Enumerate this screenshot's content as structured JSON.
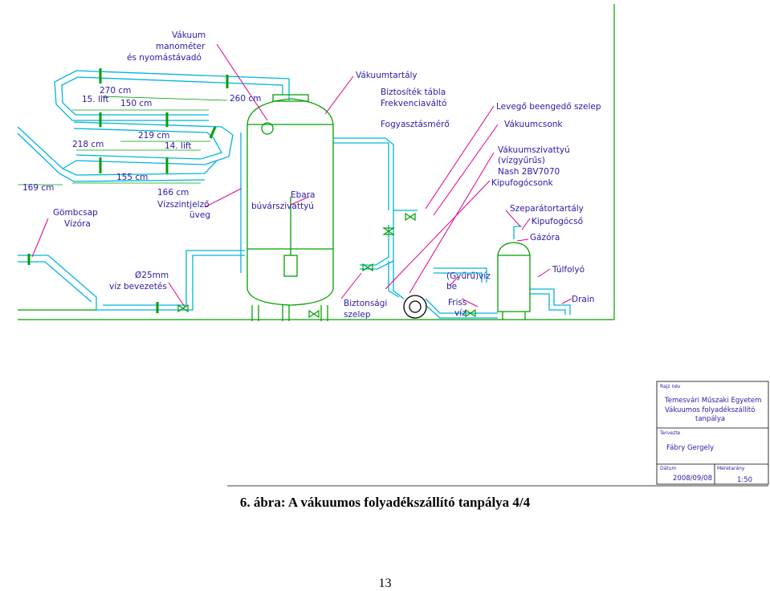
{
  "labels": {
    "vakuum_manometer": [
      "Vákuum",
      "manométer",
      "és nyomástávadó"
    ],
    "vakuumtartaly": "Vákuumtartály",
    "biztositek": [
      "Biztosíték tábla",
      "Frekvenciaváltó"
    ],
    "fogyasztasmero": "Fogyasztásmérő",
    "levego_szelep": "Levegő beengedő szelep",
    "vakuumcsonk": "Vákuumcsonk",
    "vakuumszivattyu": [
      "Vákuumszivattyú",
      "(vízgyűrűs)",
      "Nash 2BV7070"
    ],
    "kipufogocsonk": "Kipufogócsonk",
    "szeparatortartaly": "Szeparátortartály",
    "kipufogocso": "Kipufogócső",
    "gazora": "Gázóra",
    "tulfolyo": "Túlfolyó",
    "drain": "Drain",
    "gyuru_viz": [
      "(Gyűrű)víz",
      "be"
    ],
    "friss_viz": [
      "Friss",
      "víz"
    ],
    "biztonsagi_szelep": [
      "Biztonsági",
      "szelep"
    ],
    "ebara": [
      "Ebara",
      "búvárszivattyú"
    ],
    "vizszintjelzo": [
      "Vízszintjelző",
      "üveg"
    ],
    "gombcsap": [
      "Gömbcsap",
      "Vízóra"
    ],
    "viz_bevezetes": [
      "Ø25mm",
      "víz bevezetés"
    ],
    "lift15": "15. lift",
    "lift14": "14. lift",
    "dims": [
      "270 cm",
      "150 cm",
      "260 cm",
      "219 cm",
      "218 cm",
      "155 cm",
      "166 cm",
      "169 cm"
    ]
  },
  "title_block": {
    "rajz_nev_label": "Rajz név",
    "university": "Temesvári Műszaki Egyetem",
    "drawing_title": [
      "Vákuumos folyadékszállító",
      "tanpálya"
    ],
    "tervezte_label": "Tervezte",
    "designer": "Fábry Gergely",
    "datum_label": "Dátum",
    "date": "2008/09/08",
    "meretarany_label": "Méretarány",
    "scale": "1:50"
  },
  "caption": "6. ábra: A vákuumos folyadékszállító tanpálya 4/4",
  "page_number": "13",
  "colors": {
    "pipe": "#00b4dc",
    "line": "#00a000",
    "leader": "#e0008c",
    "text": "#2a1aa8"
  }
}
